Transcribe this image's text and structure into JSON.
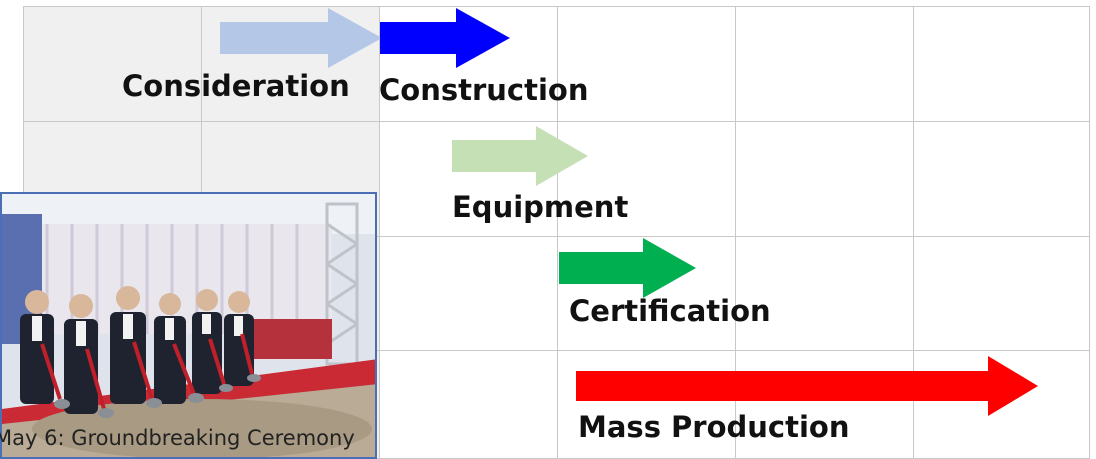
{
  "timeline": {
    "phases": [
      {
        "label": "Consideration",
        "color": "#b4c7e7"
      },
      {
        "label": "Construction",
        "color": "#0000ff"
      },
      {
        "label": "Equipment",
        "color": "#c5e0b4"
      },
      {
        "label": "Certification",
        "color": "#00b050"
      },
      {
        "label": "Mass Production",
        "color": "#ff0000"
      }
    ]
  },
  "photo": {
    "caption": "May 6: Groundbreaking Ceremony",
    "description_icon": "groundbreaking-ceremony-photo"
  },
  "colors": {
    "grid_line": "#c8c8c8",
    "shaded_cell": "#f0f0f0",
    "photo_border": "#4a6fb5"
  }
}
